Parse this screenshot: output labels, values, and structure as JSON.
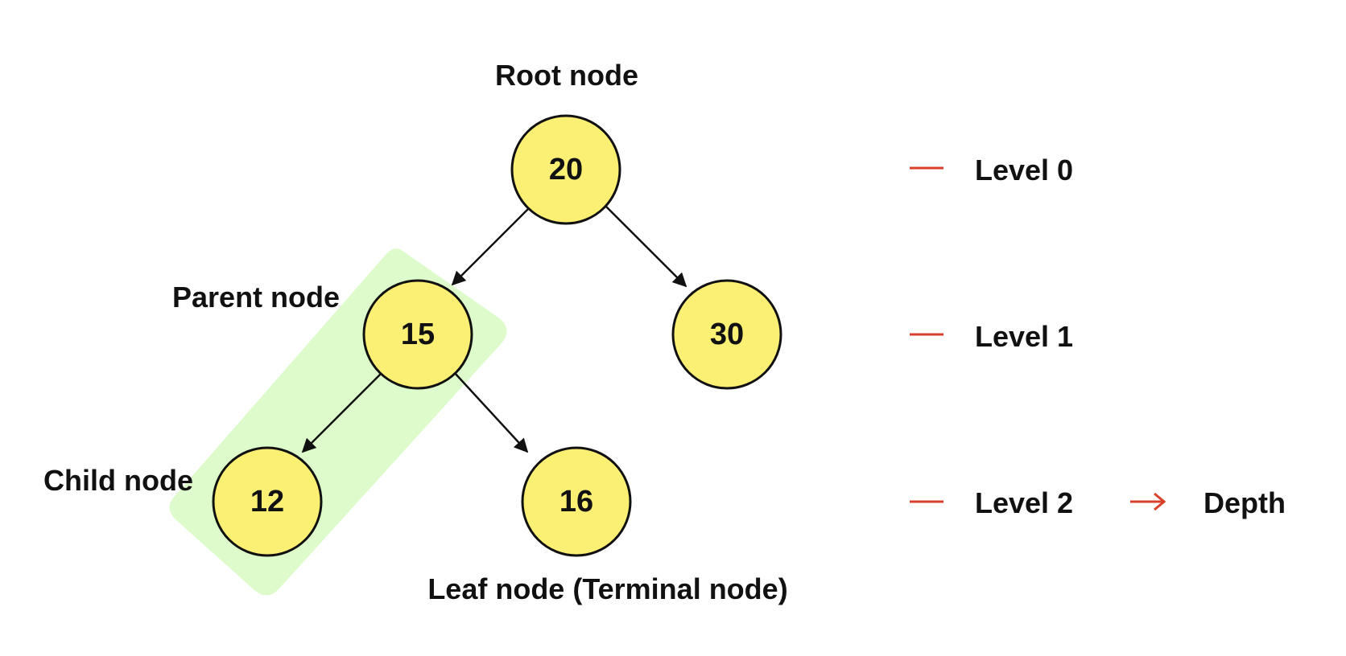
{
  "diagram": {
    "colors": {
      "node_fill": "#FCF074",
      "node_stroke": "#111111",
      "highlight": "#DDFBCB",
      "level_marker": "#D9412B",
      "edge": "#111111"
    },
    "nodes": [
      {
        "id": "n20",
        "value": "20"
      },
      {
        "id": "n15",
        "value": "15"
      },
      {
        "id": "n30",
        "value": "30"
      },
      {
        "id": "n12",
        "value": "12"
      },
      {
        "id": "n16",
        "value": "16"
      }
    ],
    "edges": [
      {
        "from": "n20",
        "to": "n15"
      },
      {
        "from": "n20",
        "to": "n30"
      },
      {
        "from": "n15",
        "to": "n12"
      },
      {
        "from": "n15",
        "to": "n16"
      }
    ],
    "labels": {
      "root": "Root node",
      "parent": "Parent node",
      "child": "Child node",
      "leaf": "Leaf node (Terminal node)"
    },
    "levels": [
      "Level 0",
      "Level 1",
      "Level 2"
    ],
    "depth_label": "Depth"
  }
}
